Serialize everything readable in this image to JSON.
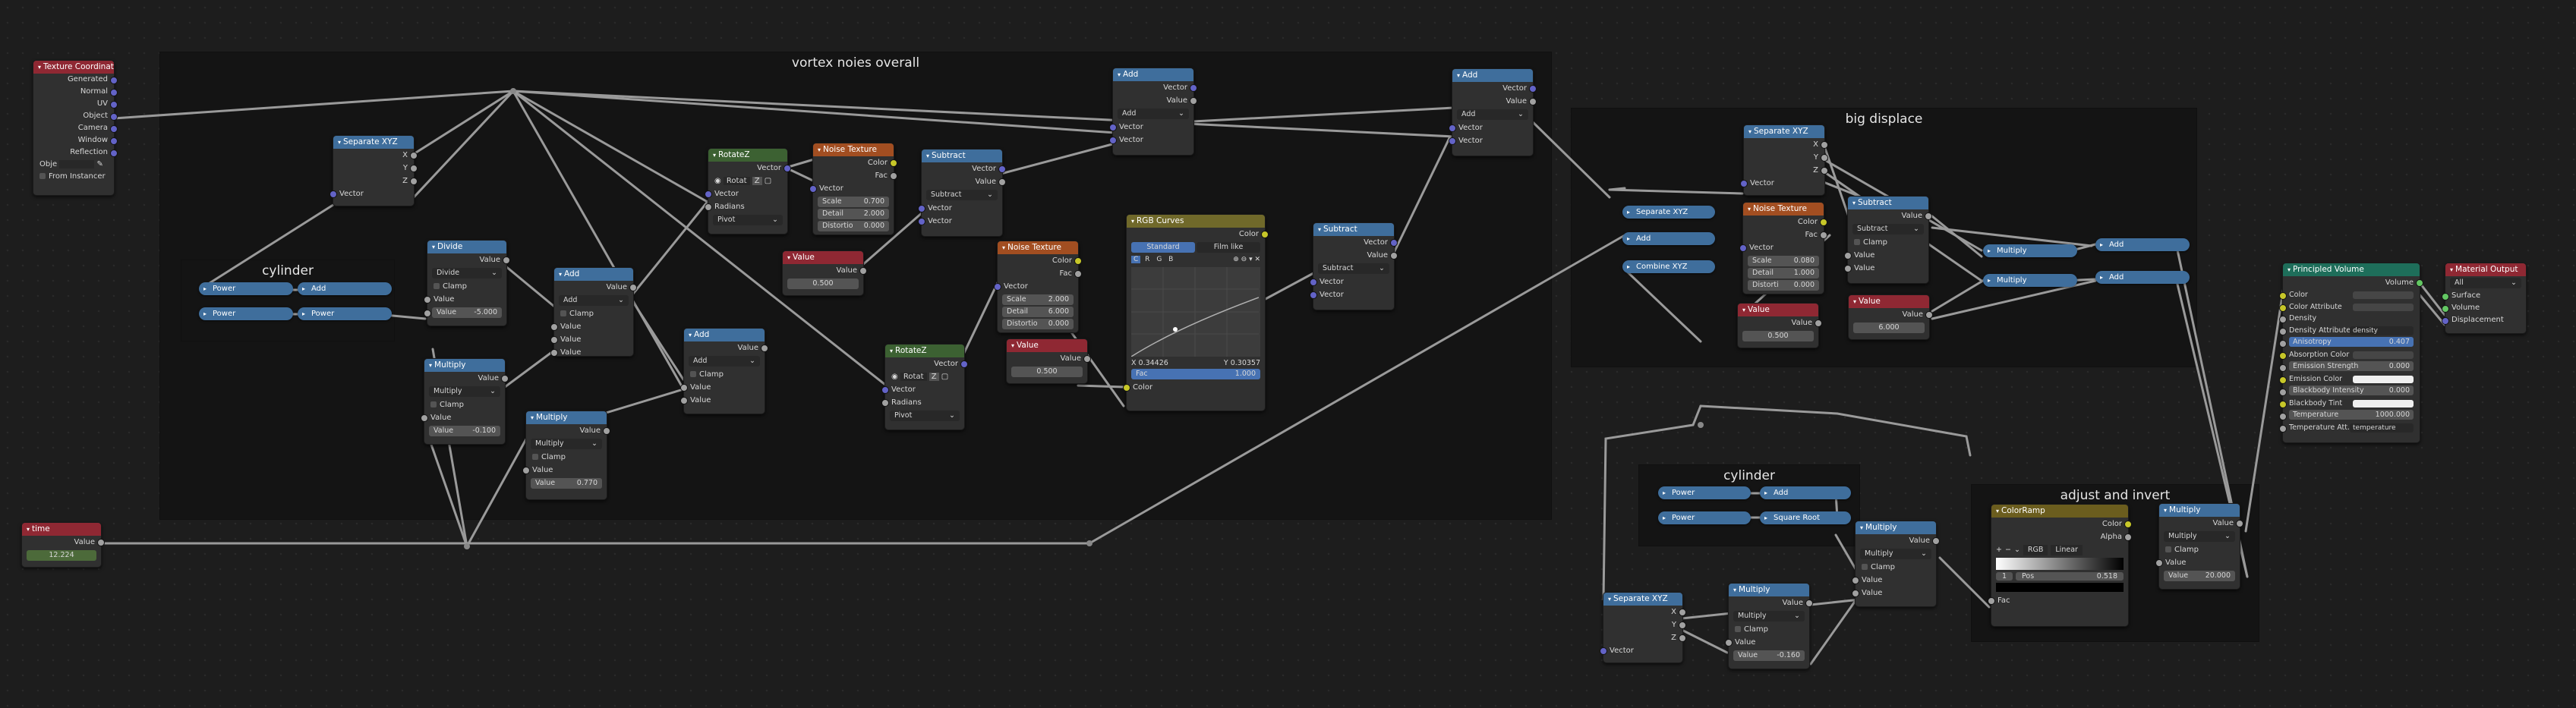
{
  "frames": {
    "vortex": "vortex noies overall",
    "cylinder_left": "cylinder",
    "big_displace": "big displace",
    "cylinder_right": "cylinder",
    "adjust": "adjust and invert"
  },
  "colors": {
    "background": "#1d1d1d",
    "frame": "#141414",
    "node": "#303030",
    "field": "#545454"
  },
  "texcoord": {
    "title": "Texture Coordinate",
    "outputs": [
      "Generated",
      "Normal",
      "UV",
      "Object",
      "Camera",
      "Window",
      "Reflection"
    ],
    "object_label": "Obje",
    "from_instancer": "From Instancer"
  },
  "time": {
    "title": "time",
    "out": "Value",
    "value": "12.224"
  },
  "sepxyz1": {
    "title": "Separate XYZ",
    "outs": [
      "X",
      "Y",
      "Z"
    ],
    "in": "Vector"
  },
  "power_pills_left": [
    "Power",
    "Power",
    "Add",
    "Power"
  ],
  "divide": {
    "title": "Divide",
    "out": "Value",
    "op": "Divide",
    "clamp": "Clamp",
    "in1": "Value",
    "in2_lbl": "Value",
    "in2_val": "-5.000"
  },
  "multiply1": {
    "title": "Multiply",
    "out": "Value",
    "op": "Multiply",
    "clamp": "Clamp",
    "in1": "Value",
    "in2_lbl": "Value",
    "in2_val": "-0.100"
  },
  "add1": {
    "title": "Add",
    "out": "Value",
    "op": "Add",
    "clamp": "Clamp",
    "in1": "Value",
    "in2": "Value",
    "in3": "Value"
  },
  "multiply2": {
    "title": "Multiply",
    "out": "Value",
    "op": "Multiply",
    "clamp": "Clamp",
    "in1": "Value",
    "in2_lbl": "Value",
    "in2_val": "0.770"
  },
  "add2": {
    "title": "Add",
    "out": "Value",
    "op": "Add",
    "clamp": "Clamp",
    "in1": "Value",
    "in2": "Value"
  },
  "rotatez1": {
    "title": "RotateZ",
    "out": "Vector",
    "mode": "Rotat",
    "axis": "Z",
    "ins": [
      "Vector",
      "Radians",
      "Pivot"
    ]
  },
  "rotatez2": {
    "title": "RotateZ",
    "out": "Vector",
    "mode": "Rotat",
    "axis": "Z",
    "ins": [
      "Vector",
      "Radians",
      "Pivot"
    ]
  },
  "noise1": {
    "title": "Noise Texture",
    "outs": [
      "Color",
      "Fac"
    ],
    "in": "Vector",
    "scale_lbl": "Scale",
    "scale": "0.700",
    "detail_lbl": "Detail",
    "detail": "2.000",
    "distort_lbl": "Distortio",
    "distort": "0.000"
  },
  "value1": {
    "title": "Value",
    "out": "Value",
    "value": "0.500"
  },
  "subtract1": {
    "title": "Subtract",
    "outs": [
      "Vector",
      "Value"
    ],
    "op": "Subtract",
    "ins": [
      "Vector",
      "Vector"
    ]
  },
  "noise2": {
    "title": "Noise Texture",
    "outs": [
      "Color",
      "Fac"
    ],
    "in": "Vector",
    "scale_lbl": "Scale",
    "scale": "2.000",
    "detail_lbl": "Detail",
    "detail": "6.000",
    "distort_lbl": "Distortio",
    "distort": "0.000"
  },
  "value2": {
    "title": "Value",
    "out": "Value",
    "value": "0.500"
  },
  "add_top": {
    "title": "Add",
    "outs": [
      "Vector",
      "Value"
    ],
    "op": "Add",
    "ins": [
      "Vector",
      "Vector"
    ]
  },
  "rgbcurves": {
    "title": "RGB Curves",
    "out": "Color",
    "tab_std": "Standard",
    "tab_film": "Film like",
    "channels": [
      "C",
      "R",
      "G",
      "B"
    ],
    "x_readout": "X 0.34426",
    "y_readout": "Y 0.30357",
    "fac_lbl": "Fac",
    "fac": "1.000",
    "in": "Color"
  },
  "subtract2": {
    "title": "Subtract",
    "outs": [
      "Vector",
      "Value"
    ],
    "op": "Subtract",
    "ins": [
      "Vector",
      "Vector"
    ]
  },
  "add_top2": {
    "title": "Add",
    "outs": [
      "Vector",
      "Value"
    ],
    "op": "Add",
    "ins": [
      "Vector",
      "Vector"
    ]
  },
  "bigdisp_pills": [
    "Separate XYZ",
    "Add",
    "Combine XYZ"
  ],
  "sepxyz2": {
    "title": "Separate XYZ",
    "outs": [
      "X",
      "Y",
      "Z"
    ],
    "in": "Vector"
  },
  "noise3": {
    "title": "Noise Texture",
    "outs": [
      "Color",
      "Fac"
    ],
    "in": "Vector",
    "scale_lbl": "Scale",
    "scale": "0.080",
    "detail_lbl": "Detail",
    "detail": "1.000",
    "distort_lbl": "Distorti",
    "distort": "0.000"
  },
  "value3": {
    "title": "Value",
    "out": "Value",
    "value": "0.500"
  },
  "subtract3": {
    "title": "Subtract",
    "out": "Value",
    "op": "Subtract",
    "clamp": "Clamp",
    "ins": [
      "Value",
      "Value"
    ]
  },
  "value4": {
    "title": "Value",
    "out": "Value",
    "value": "6.000"
  },
  "bd_multiply_pills": [
    "Multiply",
    "Multiply"
  ],
  "bd_add_pills": [
    "Add",
    "Add"
  ],
  "cyl2_pills": [
    "Power",
    "Power",
    "Add",
    "Square Root"
  ],
  "multiply3": {
    "title": "Multiply",
    "out": "Value",
    "op": "Multiply",
    "clamp": "Clamp",
    "ins": [
      "Value",
      "Value"
    ]
  },
  "sepxyz3": {
    "title": "Separate XYZ",
    "outs": [
      "X",
      "Y",
      "Z"
    ],
    "in": "Vector"
  },
  "multiply4": {
    "title": "Multiply",
    "out": "Value",
    "op": "Multiply",
    "clamp": "Clamp",
    "in1": "Value",
    "in2_lbl": "Value",
    "in2_val": "-0.160"
  },
  "colorramp": {
    "title": "ColorRamp",
    "outs": [
      "Color",
      "Alpha"
    ],
    "mode": "RGB",
    "interp": "Linear",
    "index": "1",
    "pos_lbl": "Pos",
    "pos": "0.518",
    "in": "Fac"
  },
  "multiply5": {
    "title": "Multiply",
    "out": "Value",
    "op": "Multiply",
    "clamp": "Clamp",
    "in1": "Value",
    "in2_lbl": "Value",
    "in2_val": "20.000"
  },
  "principled": {
    "title": "Principled Volume",
    "out": "Volume",
    "rows": [
      {
        "label": "Color",
        "kind": "swatch"
      },
      {
        "label": "Color Attribute",
        "kind": "swatch"
      },
      {
        "label": "Density",
        "kind": "plain"
      },
      {
        "label": "Density Attribute",
        "kind": "text",
        "value": "density"
      },
      {
        "label": "Anisotropy",
        "kind": "bar",
        "value": "0.407"
      },
      {
        "label": "Absorption Color",
        "kind": "swatch"
      },
      {
        "label": "Emission Strength",
        "kind": "num",
        "value": "0.000"
      },
      {
        "label": "Emission Color",
        "kind": "white"
      },
      {
        "label": "Blackbody Intensity",
        "kind": "num",
        "value": "0.000"
      },
      {
        "label": "Blackbody Tint",
        "kind": "white"
      },
      {
        "label": "Temperature",
        "kind": "num",
        "value": "1000.000"
      },
      {
        "label": "Temperature Att...",
        "kind": "text",
        "value": "temperature"
      }
    ]
  },
  "matout": {
    "title": "Material Output",
    "target": "All",
    "ins": [
      "Surface",
      "Volume",
      "Displacement"
    ]
  }
}
